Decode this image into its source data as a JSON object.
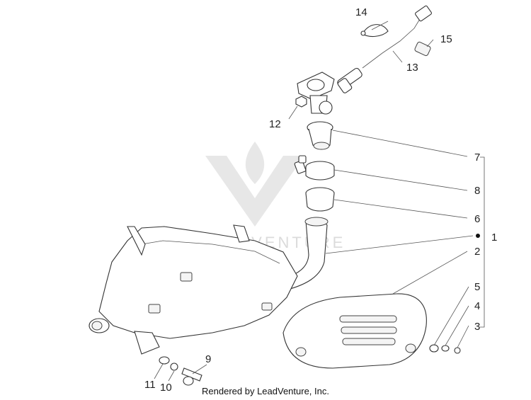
{
  "callouts": [
    {
      "id": "1",
      "label": "1"
    },
    {
      "id": "2",
      "label": "2"
    },
    {
      "id": "3",
      "label": "3"
    },
    {
      "id": "4",
      "label": "4"
    },
    {
      "id": "5",
      "label": "5"
    },
    {
      "id": "6",
      "label": "6"
    },
    {
      "id": "7",
      "label": "7"
    },
    {
      "id": "8",
      "label": "8"
    },
    {
      "id": "9",
      "label": "9"
    },
    {
      "id": "10",
      "label": "10"
    },
    {
      "id": "11",
      "label": "11"
    },
    {
      "id": "12",
      "label": "12"
    },
    {
      "id": "13",
      "label": "13"
    },
    {
      "id": "14",
      "label": "14"
    },
    {
      "id": "15",
      "label": "15"
    }
  ],
  "watermark": {
    "text": "LEADVENTURE"
  },
  "footer": {
    "text": "Rendered by LeadVenture, Inc."
  },
  "colors": {
    "line": "#333333",
    "background": "#ffffff"
  }
}
